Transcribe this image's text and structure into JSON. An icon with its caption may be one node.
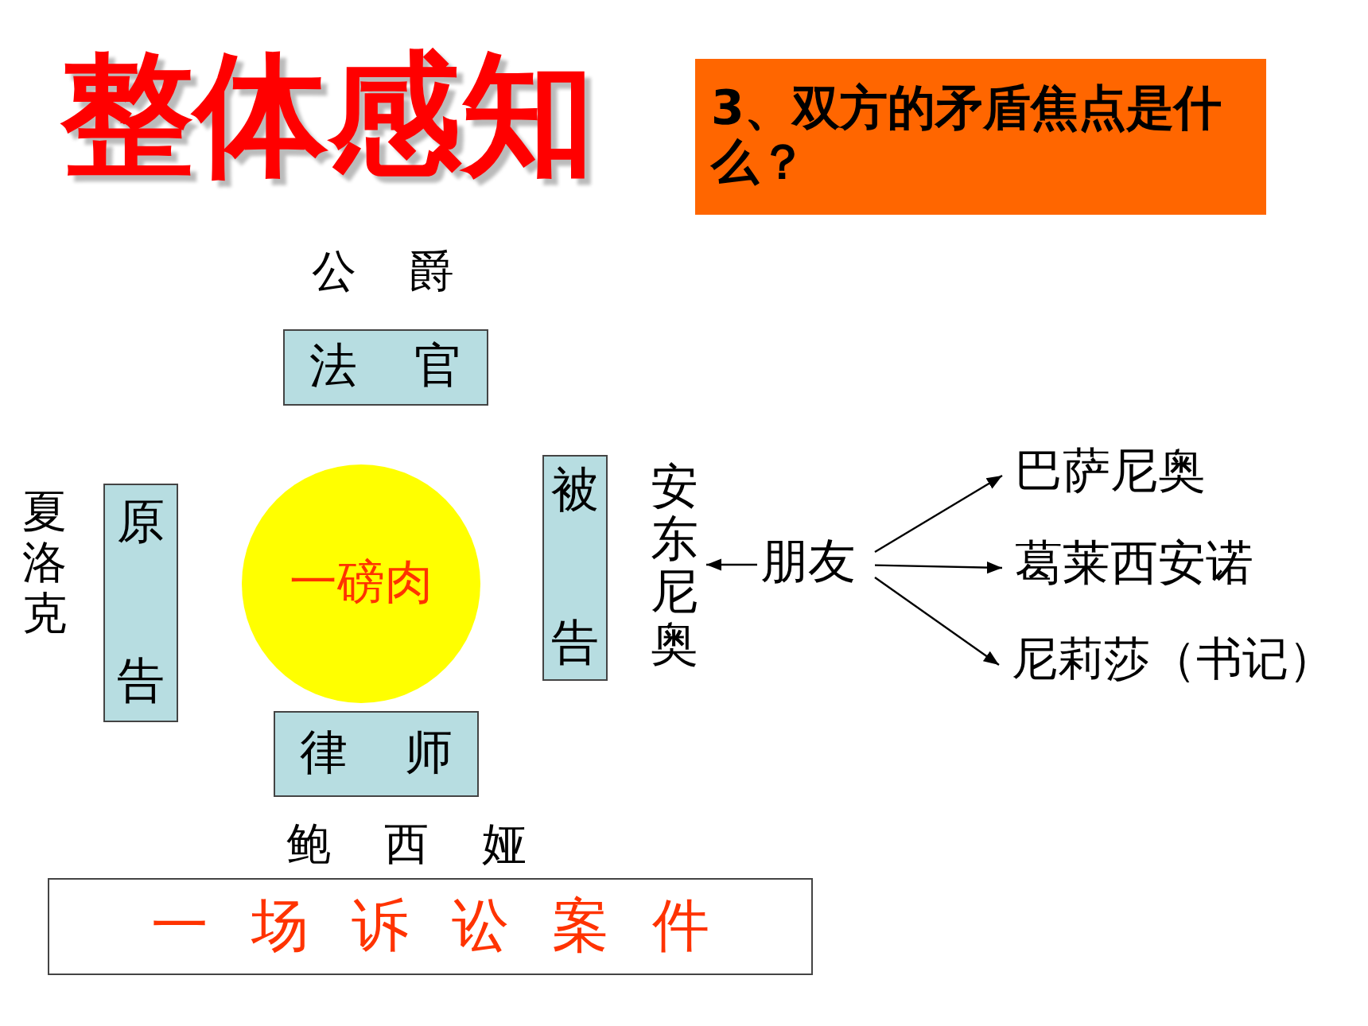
{
  "diagram": {
    "title": "整体感知",
    "nodes": [
      {
        "text": [
          "3、双方的矛盾焦点是什么？"
        ]
      },
      {
        "text": [
          "法官"
        ],
        "beside": [
          "公爵"
        ]
      },
      {
        "text": [
          "原告"
        ],
        "beside": [
          "夏洛克"
        ]
      },
      {
        "text": [
          "一磅肉"
        ]
      },
      {
        "text": [
          "被告"
        ]
      },
      {
        "text": [
          "安东尼奥"
        ]
      },
      {
        "text": [
          "朋友"
        ]
      },
      {
        "text": [
          "巴萨尼奥"
        ]
      },
      {
        "text": [
          "葛莱西安诺"
        ]
      },
      {
        "text": [
          "尼莉莎（书记）"
        ]
      },
      {
        "text": [
          "律师"
        ],
        "beside": [
          "鲍西娅"
        ]
      },
      {
        "text": [
          "一场诉讼案件"
        ]
      }
    ],
    "edges": [
      {
        "from": 6,
        "to": 5,
        "arrow": "to"
      },
      {
        "from": 6,
        "to": 7,
        "arrow": "to"
      },
      {
        "from": 6,
        "to": 8,
        "arrow": "to"
      },
      {
        "from": 6,
        "to": 9,
        "arrow": "to"
      }
    ]
  }
}
